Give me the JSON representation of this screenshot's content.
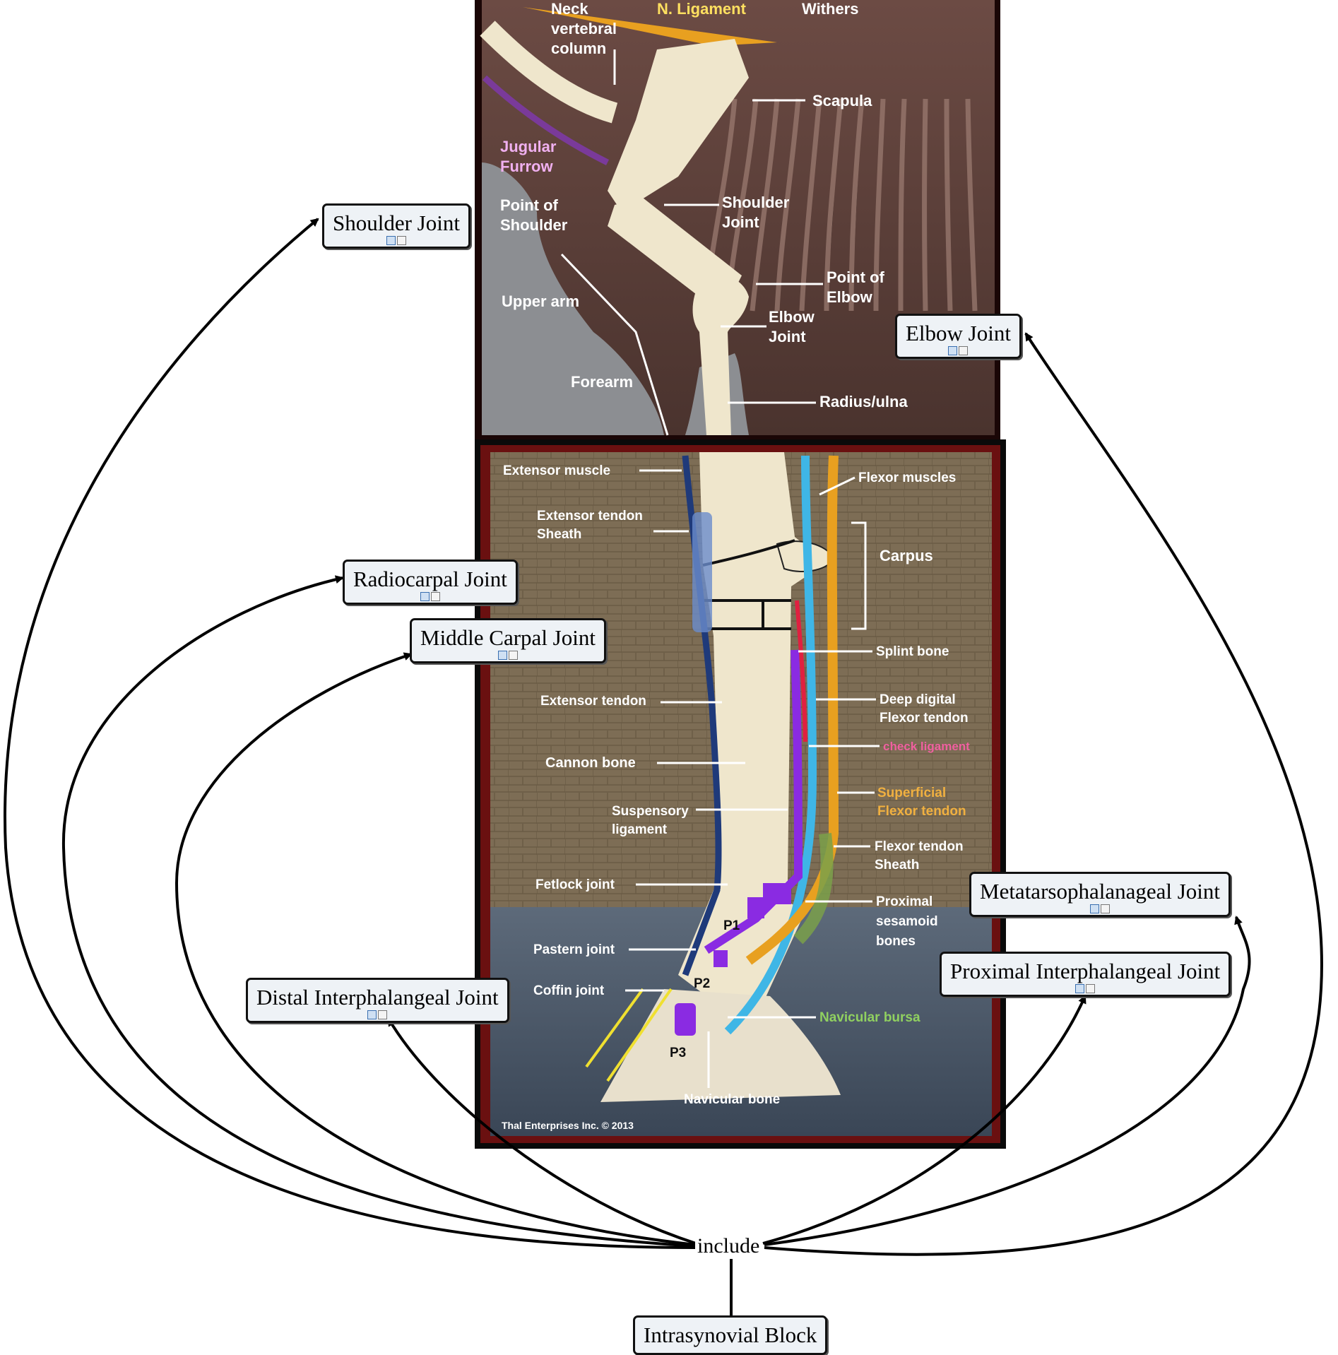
{
  "concepts": {
    "shoulder": "Shoulder Joint",
    "elbow": "Elbow Joint",
    "radiocarpal": "Radiocarpal Joint",
    "middle_carpal": "Middle Carpal Joint",
    "distal_ip": "Distal Interphalangeal Joint",
    "metatarso": "Metatarsophalanageal Joint",
    "proximal_ip": "Proximal Interphalangeal Joint",
    "block": "Intrasynovial Block"
  },
  "link_label": "include",
  "upper_image": {
    "labels": {
      "neck": "Neck",
      "vertebral": "vertebral",
      "column": "column",
      "n_ligament": "N. Ligament",
      "withers": "Withers",
      "scapula": "Scapula",
      "jugular": "Jugular",
      "furrow": "Furrow",
      "point_of": "Point of",
      "shoulder": "Shoulder",
      "shoulder2": "Shoulder",
      "joint": "Joint",
      "point_of2": "Point of",
      "elbow": "Elbow",
      "upper_arm": "Upper arm",
      "elbow2": "Elbow",
      "joint2": "Joint",
      "forearm": "Forearm",
      "radius": "Radius/ulna"
    }
  },
  "lower_image": {
    "labels": {
      "ext_muscle": "Extensor muscle",
      "flexor_muscles": "Flexor muscles",
      "ext_sheath1": "Extensor tendon",
      "ext_sheath2": "Sheath",
      "carpus": "Carpus",
      "splint": "Splint bone",
      "ext_tendon": "Extensor tendon",
      "ddf1": "Deep digital",
      "ddf2": "Flexor tendon",
      "check": "check ligament",
      "cannon": "Cannon bone",
      "sdf1": "Superficial",
      "sdf2": "Flexor tendon",
      "susp1": "Suspensory",
      "susp2": "ligament",
      "fts1": "Flexor tendon",
      "fts2": "Sheath",
      "fetlock": "Fetlock joint",
      "pses1": "Proximal",
      "pses2": "sesamoid",
      "pses3": "bones",
      "p1": "P1",
      "pastern": "Pastern joint",
      "p2": "P2",
      "coffin": "Coffin joint",
      "nav_bursa": "Navicular bursa",
      "p3": "P3",
      "nav_bone": "Navicular bone",
      "credit": "Thal Enterprises Inc.   © 2013"
    }
  },
  "colors": {
    "upper_bg": "#6e4a40",
    "lower_bg": "#7a6a52",
    "frame": "#6a1010",
    "bone": "#efe6cc",
    "ligament_orange": "#e8a020",
    "extensor_blue": "#1f3a7a",
    "flexor_lightblue": "#3fb6e6",
    "check_red": "#e02040",
    "suspensory_purple": "#8a2be2"
  }
}
